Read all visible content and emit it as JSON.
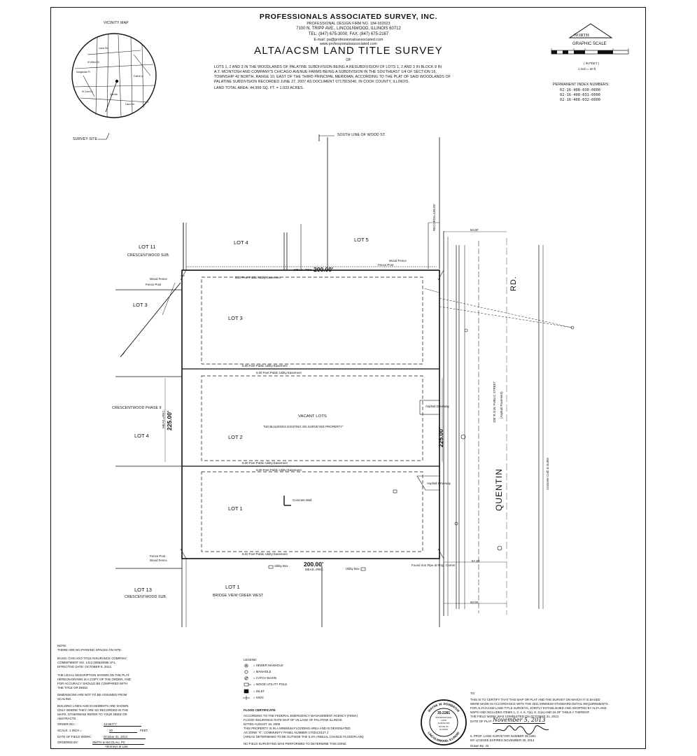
{
  "header": {
    "company": "PROFESSIONALS ASSOCIATED SURVEY, INC.",
    "firm_no": "PROFESSIONAL DESIGN FIRM NO. 184-003023",
    "address": "7100 N. TRIPP AVE., LINCOLNWOOD, ILLINOIS 60712",
    "phone": "TEL: (847) 675-3000,     FAX: (847) 675-2167",
    "email": "E-mail: pa@professionalsassociated.com",
    "web": "www.professionalsassociated.com",
    "title": "ALTA/ACSM LAND TITLE SURVEY",
    "of": "OF",
    "legal_1": "LOTS 1, 2 AND 3 IN THE WOODLANDS OF PALATINE SUBDIVISION BEING A RESUBDIVISION OF LOTS 1, 2 AND 3 IN BLOCK 8 IN",
    "legal_2": "A.T. MCINTOSH AND COMPANY'S CHICAGO AVENUE FARMS BEING A SUBDIVISION IN THE SOUTHEAST 1/4 OF SECTION 16,",
    "legal_3": "TOWNSHIP 42 NORTH, RANGE 10, EAST OF THE THIRD PRINCIPAL MERIDIAN, ACCORDING TO THE PLAT OF SAID WOODLANDS OF",
    "legal_4": "PALATINE SUBDIVISION RECORDED JUNE 27, 2007 AS DOCUMENT 0717815046, IN COOK COUNTY, ILLINOIS.",
    "land_area": "LAND TOTAL AREA: 44,999 SQ. FT. = 1.033 ACRES."
  },
  "vicinity": {
    "title": "VICINITY MAP",
    "survey_site": "SURVEY SITE"
  },
  "north": {
    "label": "NORTH",
    "graphic_scale": "GRAPHIC SCALE",
    "in_feet": "( IN FEET )",
    "inch": "1 inch = 20 ft."
  },
  "pin": {
    "title": "PERMANENT INDEX NUMBERS:",
    "numbers": [
      "02-16-408-030-0000",
      "02-16-408-031-0000",
      "02-16-408-032-0000"
    ]
  },
  "plat": {
    "south_line": "SOUTH LINE OF WOOD ST.",
    "lot11": "LOT 11",
    "crescentwood_sub": "CRESCENTWOOD SUB.",
    "lot3_adj": "LOT 3",
    "lot4_adj": "LOT 4",
    "crescentwood_phase": "CRESCENTWOOD PHASE II",
    "lot13": "LOT 13",
    "crescentwood_sub2": "CRESCENTWOOD SUB.",
    "lot4_top": "LOT 4",
    "lot5_top": "LOT 5",
    "lot1_bottom": "LOT 1",
    "bridge_view": "BRIDGE VIEW CREEK WEST",
    "lot3": "LOT 3",
    "lot2": "LOT 2",
    "lot1": "LOT 1",
    "vacant": "VACANT LOTS",
    "no_buildings": "\"NO BUILDINGS EXISTING ON SURVEYED PROPERTY\"",
    "dim_200": "200.00'",
    "dim_225": "225.00'",
    "meas_rec": "MEAS.=REC.",
    "easement": "5.00 Feet     Public     Utility     Easement",
    "quentin": "QUENTIN",
    "rd": "RD.",
    "public_street": "100' R.O.W. PUBLIC STREET",
    "asphalt_pavement": "(Asphalt Pavement)",
    "concrete_curb": "Concrete Curb & Gutter",
    "asphalt_driveway": "Asphalt     Driveway",
    "concrete_wall": "Concrete Wall",
    "utility_box": "Utility Box",
    "dist_50": "50.00'",
    "dist_5730": "57.30'",
    "records": "RECORDS=105.00'",
    "fence_post": "Fence Post",
    "wood_fence": "Wood Fence",
    "found_iron_pipe": "Found Iron Pipe at Prop. Corner"
  },
  "notes": {
    "note_title": "NOTE:",
    "note_1": "THERE ARE NO PARKING SPACES ON SITE.",
    "basis_1": "BASIS: CHICAGO TITLE INSURANCE COMPANY,",
    "basis_2": "COMMITMENT NO. 1412 008530086 LP1,",
    "basis_3": "EFFECTIVE DATE: OCTOBER 8, 2013.",
    "legal_note_1": "THE LEGAL DESCRIPTION SHOWN ON THE PLAT",
    "legal_note_2": "HEREON DRAWN IS A COPY OF THE ORDER, AND",
    "legal_note_3": "FOR ACCURACY SHOULD BE COMPARED WITH",
    "legal_note_4": "THE TITLE OR DEED.",
    "dim_note_1": "DIMENSIONS ARE NOT TO BE ASSUMED FROM",
    "dim_note_2": "SCALING.",
    "bl_1": "BUILDING LINES AND EASEMENTS ARE SHOWN",
    "bl_2": "ONLY WHERE THEY ARE SO RECORDED IN THE",
    "bl_3": "MAPS, OTHERWISE REFER TO YOUR DEED OR",
    "bl_4": "ABSTRACTS.",
    "order_label": "ORDER NO.:",
    "order_value": "13-86777",
    "scale_label": "SCALE: 1 INCH =",
    "scale_value": "20",
    "scale_unit": "FEET.",
    "field_label": "DATE OF FIELD WORK:",
    "field_value": "October 31, 2013",
    "ordered_label": "ORDERED BY:",
    "ordered_value": "SMITH & NICOLAU, PC",
    "attorneys": "Attorneys at Law"
  },
  "legend": {
    "title": "LEGEND:",
    "items": [
      "= SEWER MANHOLE",
      "= MANHOLE",
      "= CATCH BASIN",
      "= WOOD UTILITY POLE",
      "= INLET",
      "= SIGN"
    ]
  },
  "flood": {
    "title": "FLOOD CERTIFICATE:",
    "line_1": "ACCORDING TO THE FEDERAL EMERGENCY MANAGEMENT AGENCY (FEMA)",
    "line_2": "FLOOD INSURANCE RATE MAP OF   VILLAGE OF PALATINE   ILLINOIS",
    "line_3": "DATED            AUGUST 19, 2008",
    "line_4": "THIS PROPERTY IS IN A MINIMUM FLOODING AREA AND IS DESIGNATED",
    "line_5": "AS ZONE \"X\", COMMUNITY PANEL NUMBER    17031C0127 J",
    "line_6": "(AREAS DETERMINED TO BE OUTSIDE THE 0.2% ANNUAL CHANCE FLOODPLAIN)",
    "line_7": "NO FIELD SURVEYING WAS PERFORMED TO DETERMINE THIS ZONE."
  },
  "seal": {
    "name": "WAYNE W. DOMBROW",
    "number": "35-2281",
    "line_a": "PROFESSIONAL",
    "line_b": "LAND",
    "line_c": "SURVEYOR",
    "line_d": "STATE OF",
    "line_e": "ILLINOIS",
    "city": "LINCOLNWOOD, ILLINOIS"
  },
  "certification": {
    "to": "TO",
    "line_1": "THIS IS TO CERTIFY THAT THIS MAP OR PLAT AND THE SURVEY ON WHICH IT IS BASED",
    "line_2": "WERE MADE IN ACCORDANCE WITH THE 2011 MINIMUM STANDARD DETAIL REQUIREMENTS",
    "line_3": "FOR ALTA/ACSM LAND TITLE SURVEYS, JOINTLY ESTABLISHED AND ADOPTED BY ALTA AND",
    "line_4": "NSPS AND INCLUDES ITEMS 1, 2, 4, 6, 7(a), 8, 11(a) AND 16 OF TABLE A THEREOF.",
    "line_5": "THE FIELD WORK WAS COMPLETED ON OCTOBER 31, 2013.",
    "date_label": "DATE OF PLAT",
    "date_value": "November 5, 2013",
    "pls": "IL PROF. LAND SURVEYOR NUMBER 35-2281",
    "license": "MY LICENSE EXPIRES NOVEMBER 30, 2014",
    "drawn": "Drawn By: 22"
  }
}
